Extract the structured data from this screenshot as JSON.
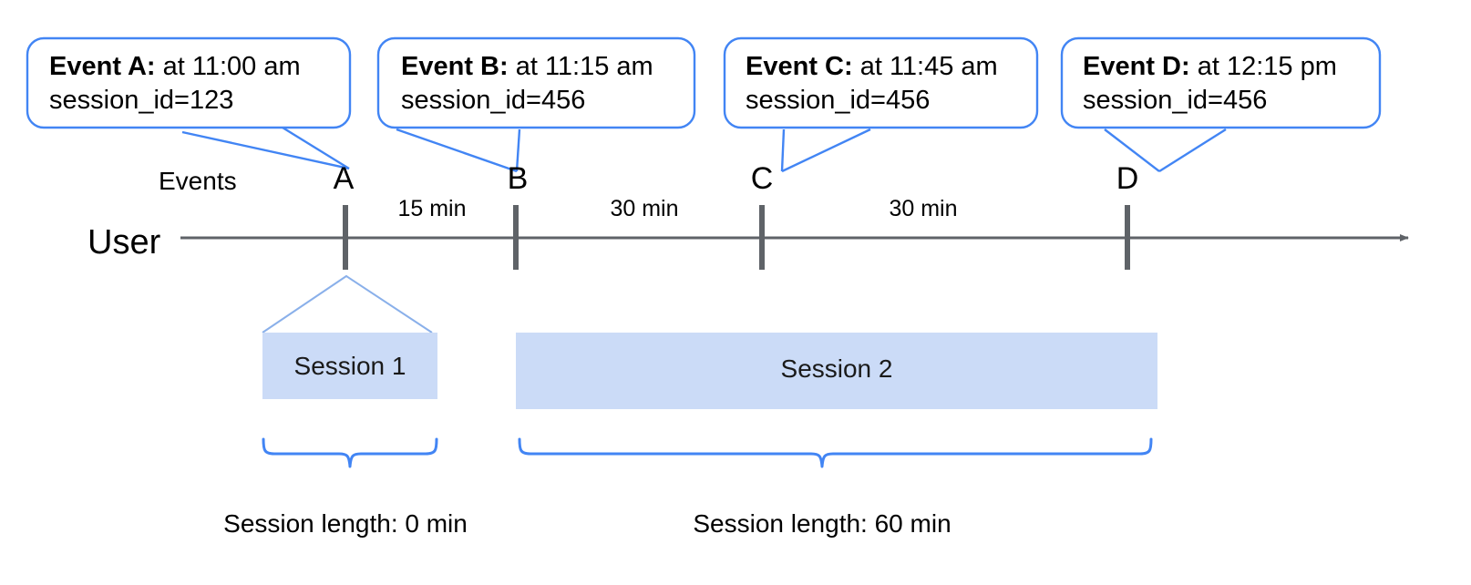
{
  "diagram": {
    "title_row_labels": {
      "events": "Events",
      "user": "User"
    },
    "callouts": [
      {
        "id": "A",
        "lead": "Event A:",
        "rest": " at 11:00 am",
        "line2": "session_id=123"
      },
      {
        "id": "B",
        "lead": "Event B:",
        "rest": " at 11:15 am",
        "line2": "session_id=456"
      },
      {
        "id": "C",
        "lead": "Event C:",
        "rest": " at 11:45 am",
        "line2": "session_id=456"
      },
      {
        "id": "D",
        "lead": "Event D:",
        "rest": " at 12:15 pm",
        "line2": "session_id=456"
      }
    ],
    "event_markers": [
      {
        "label": "A"
      },
      {
        "label": "B"
      },
      {
        "label": "C"
      },
      {
        "label": "D"
      }
    ],
    "intervals": [
      {
        "label": "15 min"
      },
      {
        "label": "30 min"
      },
      {
        "label": "30 min"
      }
    ],
    "sessions": [
      {
        "label": "Session 1"
      },
      {
        "label": "Session 2"
      }
    ],
    "session_lengths": [
      {
        "label": "Session length: 0 min"
      },
      {
        "label": "Session length: 60 min"
      }
    ],
    "colors": {
      "callout_border": "#4285f4",
      "leader_line": "#4285f4",
      "session_fill": "#cbdbf7",
      "session_funnel_stroke": "#8ab0ea",
      "brace": "#4285f4",
      "axis": "#5f6368",
      "tick": "#5f6368",
      "text": "#000000"
    }
  }
}
